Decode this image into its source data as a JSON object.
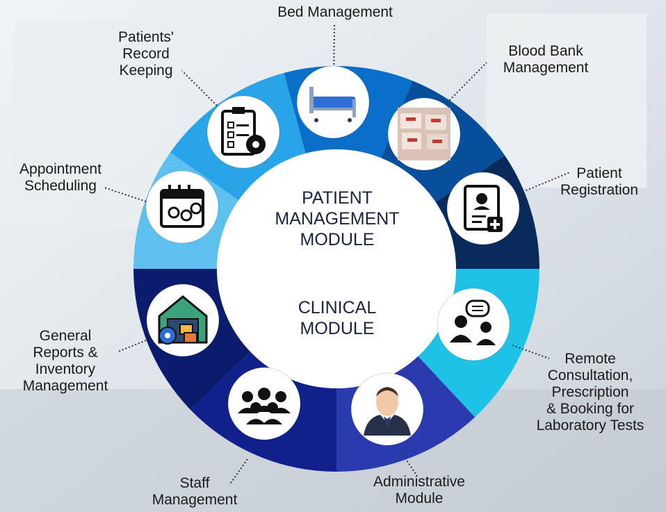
{
  "center": {
    "upper_title": [
      "PATIENT",
      "MANAGEMENT",
      "MODULE"
    ],
    "lower_title": [
      "CLINICAL",
      "MODULE"
    ]
  },
  "modules": [
    {
      "id": "bed",
      "label": [
        "Bed Management"
      ],
      "color": "#0a6fc9",
      "icon": "hospital-bed-icon"
    },
    {
      "id": "blood",
      "label": [
        "Blood Bank",
        "Management"
      ],
      "color": "#074f9a",
      "icon": "blood-bags-icon"
    },
    {
      "id": "registration",
      "label": [
        "Patient",
        "Registration"
      ],
      "color": "#0a2a5c",
      "icon": "patient-id-card-icon"
    },
    {
      "id": "remote",
      "label": [
        "Remote",
        "Consultation,",
        "Prescription",
        "& Booking for",
        "Laboratory Tests"
      ],
      "color": "#1ec2e6",
      "icon": "doctor-chat-icon"
    },
    {
      "id": "admin",
      "label": [
        "Administrative",
        "Module"
      ],
      "color": "#2a3bb0",
      "icon": "administrator-icon"
    },
    {
      "id": "staff",
      "label": [
        "Staff",
        "Management"
      ],
      "color": "#12208c",
      "icon": "staff-group-icon"
    },
    {
      "id": "inventory",
      "label": [
        "General",
        "Reports &",
        "Inventory",
        "Management"
      ],
      "color": "#0b1c6e",
      "icon": "warehouse-icon"
    },
    {
      "id": "appointment",
      "label": [
        "Appointment",
        "Scheduling"
      ],
      "color": "#5dc0ef",
      "icon": "calendar-icon"
    },
    {
      "id": "records",
      "label": [
        "Patients'",
        "Record",
        "Keeping"
      ],
      "color": "#2aa4e8",
      "icon": "clipboard-gear-icon"
    }
  ]
}
